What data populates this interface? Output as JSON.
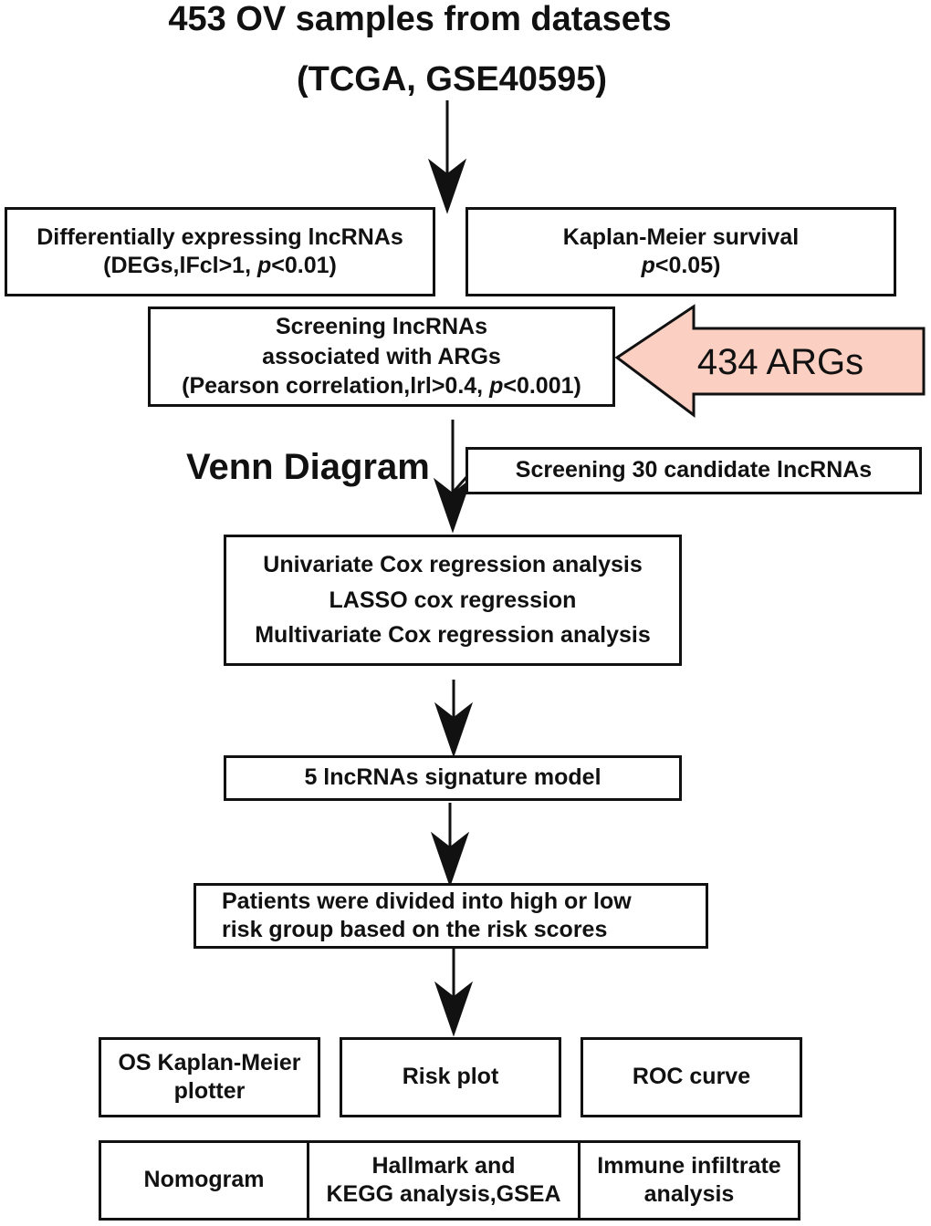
{
  "title": {
    "line1": "453 OV samples from datasets",
    "line2": "(TCGA, GSE40595)"
  },
  "deg_box": {
    "line1": "Differentially expressing lncRNAs",
    "line2_pre": "(DEGs,lFcl>1, ",
    "line2_p": "p",
    "line2_post": "<0.01)"
  },
  "km_box": {
    "line1": "Kaplan-Meier survival",
    "line2_p": "p",
    "line2_post": "<0.05)"
  },
  "screen_box": {
    "line1": "Screening lncRNAs",
    "line2": "associated with ARGs",
    "line3_pre": "(Pearson correlation,lrl>0.4, ",
    "line3_p": "p",
    "line3_post": "<0.001)"
  },
  "args_arrow": {
    "label": "434 ARGs",
    "fill": "#fbd0c3"
  },
  "venn_label": "Venn Diagram",
  "candidate_box": "Screening 30  candidate lncRNAs",
  "cox_box": {
    "line1": "Univariate Cox regression analysis",
    "line2": "LASSO cox regression",
    "line3": "Multivariate Cox regression analysis"
  },
  "signature_box": "5  lncRNAs signature model",
  "patients_box": {
    "line1": "Patients were divided into high or low",
    "line2": "risk group based on the risk scores"
  },
  "outputs_row1": {
    "os_km": {
      "line1": "OS Kaplan-Meier",
      "line2": "plotter"
    },
    "risk_plot": "Risk plot",
    "roc": "ROC curve"
  },
  "outputs_row2": {
    "nomogram": "Nomogram",
    "hallmark": {
      "line1": "Hallmark and",
      "line2": "KEGG analysis,GSEA"
    },
    "immune": {
      "line1": "Immune infiltrate",
      "line2": "analysis"
    }
  }
}
